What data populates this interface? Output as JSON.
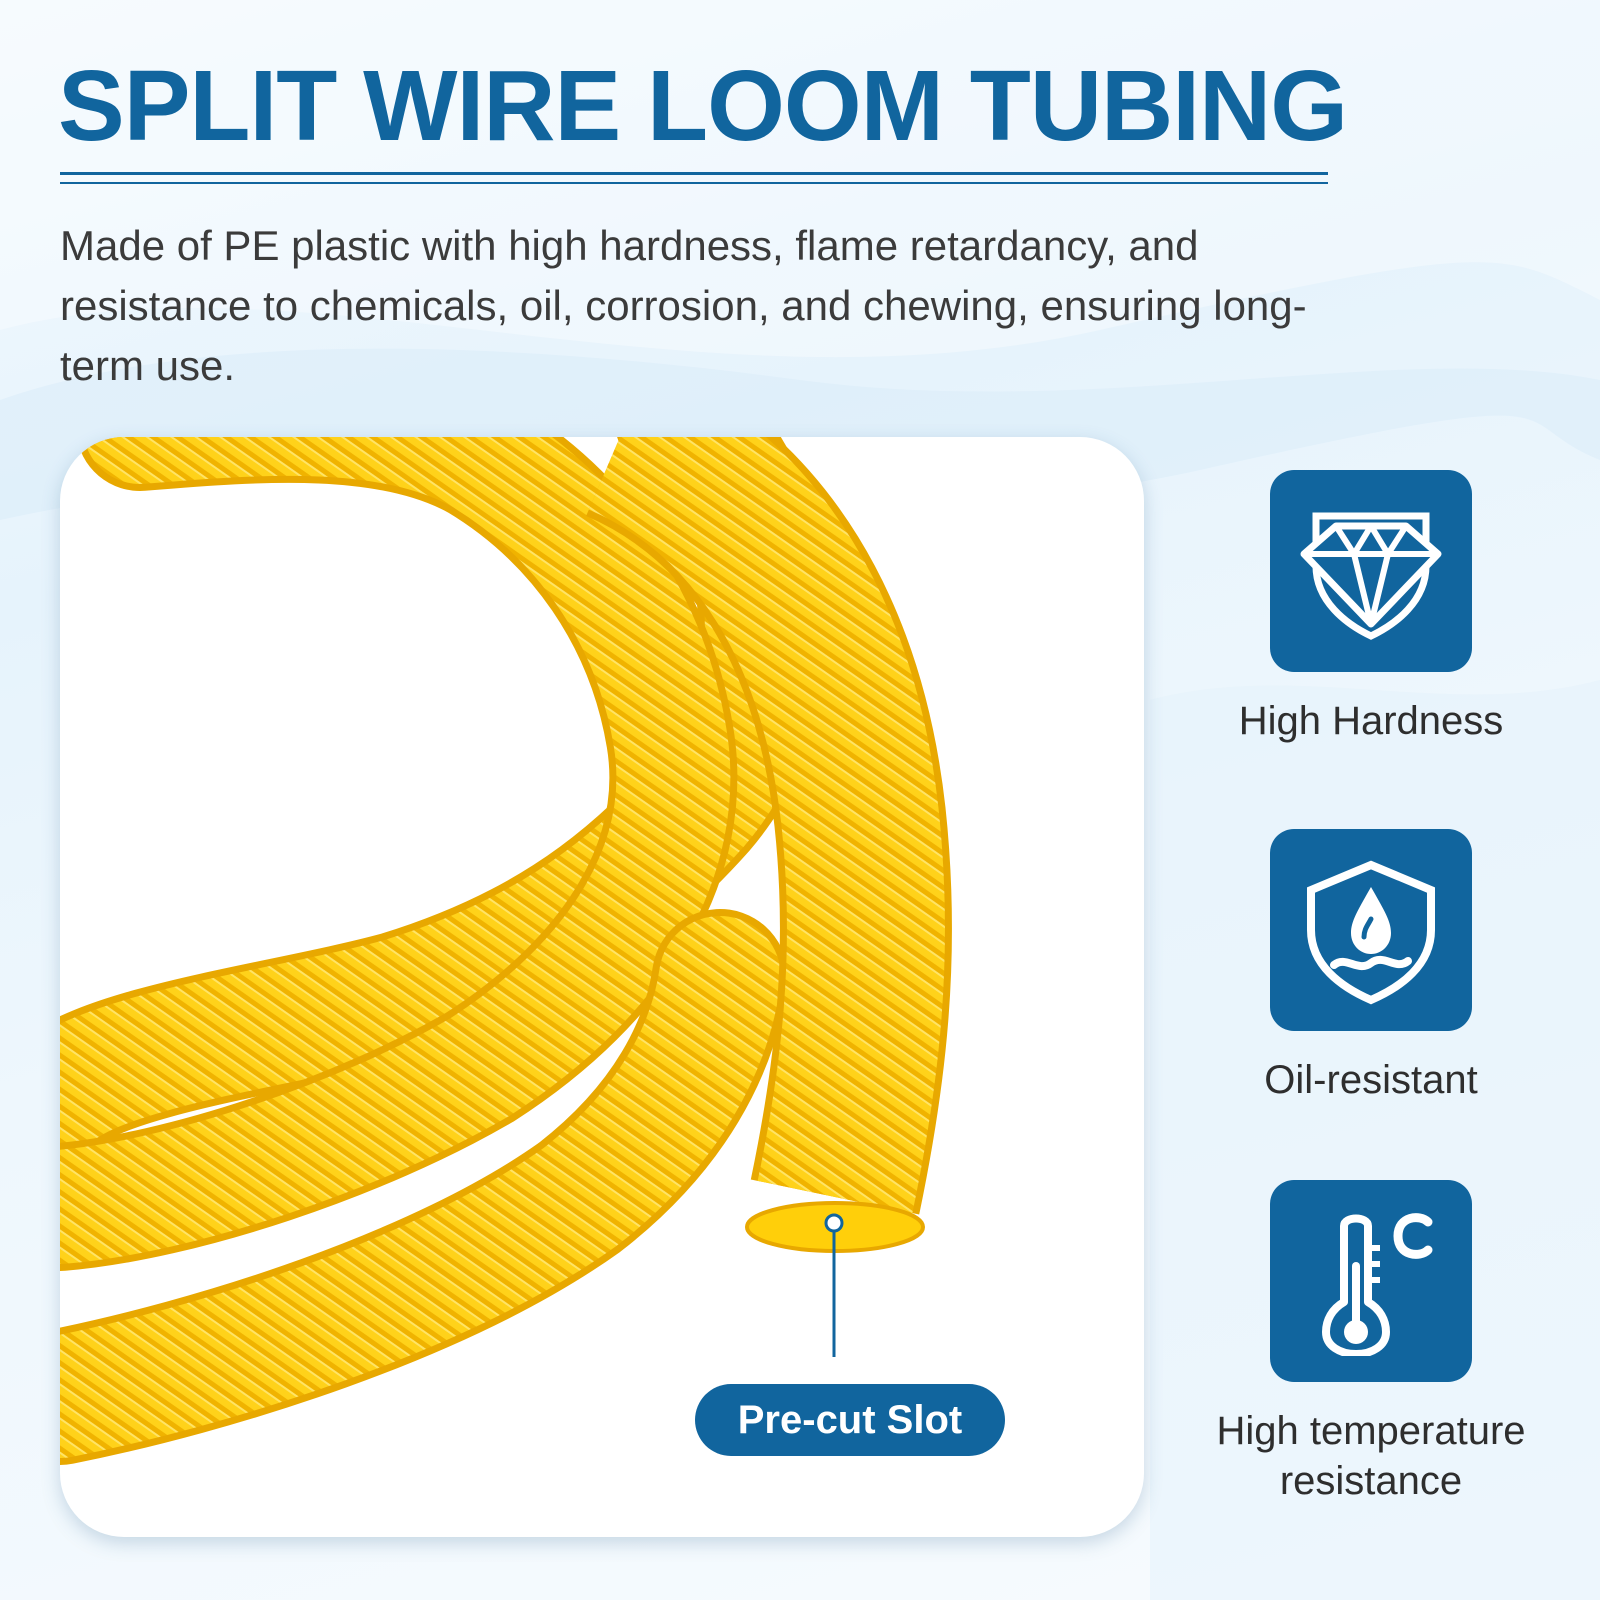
{
  "title": "SPLIT WIRE LOOM TUBING",
  "description": "Made of PE plastic with high hardness, flame retardancy, and resistance to chemicals, oil, corrosion, and chewing, ensuring long-term use.",
  "product_photo": {
    "callout_label": "Pre-cut Slot"
  },
  "features": [
    {
      "label": "High Hardness",
      "icon": "diamond-shield-icon"
    },
    {
      "label": "Oil-resistant",
      "icon": "oil-drop-shield-icon"
    },
    {
      "label": "High temperature resistance",
      "icon": "thermometer-celsius-icon"
    }
  ],
  "colors": {
    "brand_blue": "#11659e",
    "tubing_yellow": "#ffd21a",
    "body_text": "#3b3b3b"
  }
}
